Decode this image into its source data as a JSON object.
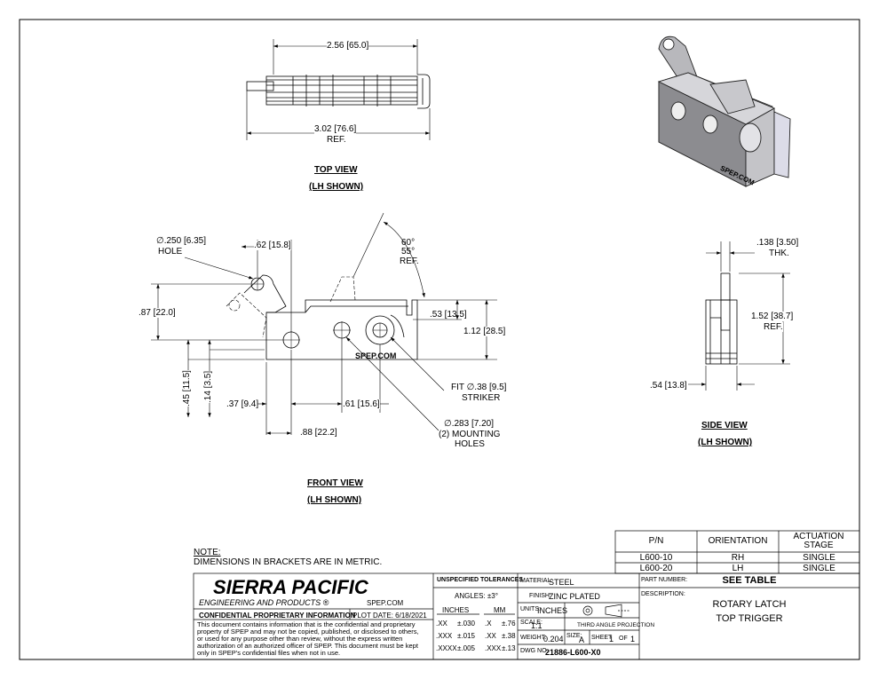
{
  "views": {
    "top": {
      "title": "TOP VIEW",
      "sub": "(LH SHOWN)",
      "dim_width": "2.56 [65.0]",
      "dim_overall": "3.02 [76.6]",
      "dim_overall_ref": "REF."
    },
    "front": {
      "title": "FRONT VIEW",
      "sub": "(LH SHOWN)",
      "hole_dia": "∅.250 [6.35]",
      "hole_label": "HOLE",
      "dim_62": ".62 [15.8]",
      "angle_60": "60°",
      "angle_55": "55°",
      "angle_ref": "REF.",
      "dim_87": ".87 [22.0]",
      "dim_53": ".53 [13.5]",
      "dim_112": "1.12 [28.5]",
      "dim_45": ".45 [11.5]",
      "dim_14": ".14 [3.5]",
      "dim_37": ".37 [9.4]",
      "dim_61": ".61 [15.6]",
      "dim_88": ".88 [22.2]",
      "fit_striker": "FIT ∅.38 [9.5]",
      "striker": "STRIKER",
      "mount_dia": "∅.283 [7.20]",
      "mount_label1": "(2) MOUNTING",
      "mount_label2": "HOLES",
      "brand_stamp": "SPEP.COM"
    },
    "side": {
      "title": "SIDE VIEW",
      "sub": "(LH SHOWN)",
      "thk": ".138 [3.50]",
      "thk_label": "THK.",
      "dim_152": "1.52 [38.7]",
      "dim_152_ref": "REF.",
      "dim_54": ".54 [13.8]"
    },
    "iso": {
      "brand_stamp": "SPEP.COM"
    }
  },
  "note": {
    "title": "NOTE:",
    "text": "DIMENSIONS IN BRACKETS ARE IN METRIC."
  },
  "parts_table": {
    "headers": [
      "P/N",
      "ORIENTATION",
      "ACTUATION STAGE"
    ],
    "rows": [
      [
        "L600-10",
        "RH",
        "SINGLE"
      ],
      [
        "L600-20",
        "LH",
        "SINGLE"
      ]
    ]
  },
  "title_block": {
    "company": "SIERRA PACIFIC",
    "company_sub": "ENGINEERING AND PRODUCTS ®",
    "website": "SPEP.COM",
    "confidential": "CONFIDENTIAL PROPRIETARY INFORMATION",
    "plot_date": "PLOT DATE:  6/18/2021",
    "disclaimer": [
      "This document contains information that is the confidential and proprietary",
      "property of SPEP and may not be copied, published, or disclosed to others,",
      "or used for any purpose  other than review, without the express written",
      "authorization of an authorized officer of SPEP. This document must be kept",
      "only in SPEP's confidential files when not in use."
    ],
    "tolerances_title": "UNSPECIFIED TOLERANCES",
    "angles": "ANGLES:  ±3°",
    "inches_hdr": "INCHES",
    "mm_hdr": "MM",
    "tol_rows": [
      [
        ".XX",
        "±.030",
        ".X",
        "±.76"
      ],
      [
        ".XXX",
        "±.015",
        ".XX",
        "±.38"
      ],
      [
        ".XXXX",
        "±.005",
        ".XXX",
        "±.13"
      ]
    ],
    "material_lbl": "MATERIAL:",
    "material": "STEEL",
    "finish_lbl": "FINISH:",
    "finish": "ZINC PLATED",
    "units_lbl": "UNITS:",
    "units": "INCHES",
    "scale_lbl": "SCALE:",
    "scale": "1:1",
    "projection": "THIRD ANGLE PROJECTION",
    "weight_lbl": "WEIGHT:",
    "weight": "0.204",
    "size_lbl": "SIZE:",
    "size": "A",
    "sheet_lbl": "SHEET",
    "sheet": "1",
    "of_lbl": "OF",
    "of": "1",
    "dwg_lbl": "DWG NO.",
    "dwg": "21886-L600-X0",
    "part_lbl": "PART NUMBER:",
    "part": "SEE TABLE",
    "desc_lbl": "DESCRIPTION:",
    "desc1": "ROTARY LATCH",
    "desc2": "TOP TRIGGER"
  }
}
